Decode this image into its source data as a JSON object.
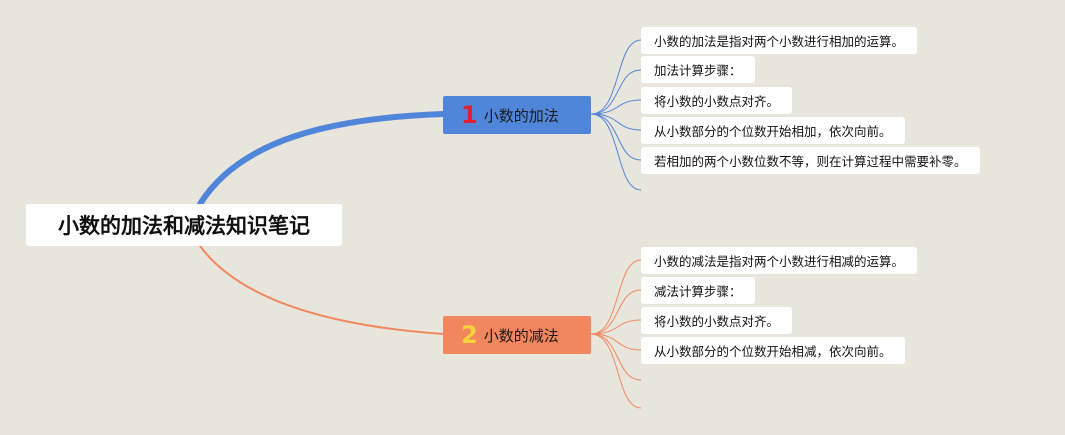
{
  "root": {
    "title": "小数的加法和减法知识笔记"
  },
  "branches": [
    {
      "number": "1",
      "label": "小数的加法",
      "color": "#4f86d9",
      "items": [
        "小数的加法是指对两个小数进行相加的运算。",
        "加法计算步骤：",
        "将小数的小数点对齐。",
        "从小数部分的个位数开始相加，依次向前。",
        "若相加的两个小数位数不等，则在计算过程中需要补零。"
      ]
    },
    {
      "number": "2",
      "label": "小数的减法",
      "color": "#f2875f",
      "items": [
        "小数的减法是指对两个小数进行相减的运算。",
        "减法计算步骤：",
        "将小数的小数点对齐。",
        "从小数部分的个位数开始相减，依次向前。"
      ]
    }
  ]
}
